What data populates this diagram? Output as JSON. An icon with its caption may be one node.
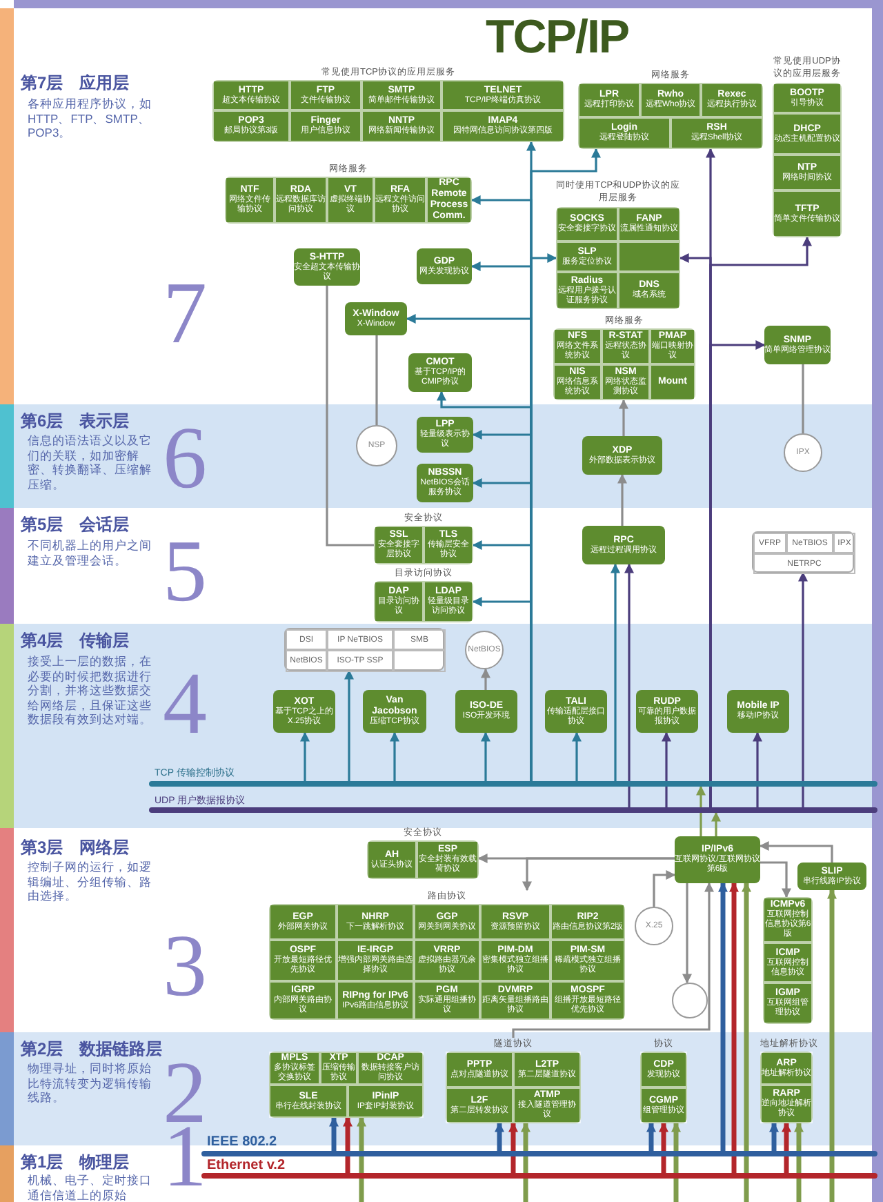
{
  "diagram": {
    "title": "TCP/IP",
    "nodes": [
      {
        "text": [
          "常见使用TCP协议的应用层服务"
        ]
      },
      {
        "text": [
          "HTTP",
          "超文本传输协议"
        ],
        "in": 0
      },
      {
        "text": [
          "FTP",
          "文件传输协议"
        ],
        "in": 0
      },
      {
        "text": [
          "SMTP",
          "简单邮件传输协议"
        ],
        "in": 0
      },
      {
        "text": [
          "TELNET",
          "TCP/IP终端仿真协议"
        ],
        "in": 0
      },
      {
        "text": [
          "POP3",
          "邮局协议第3版"
        ],
        "in": 0
      },
      {
        "text": [
          "Finger",
          "用户信息协议"
        ],
        "in": 0
      },
      {
        "text": [
          "NNTP",
          "网络新闻传输协议"
        ],
        "in": 0
      },
      {
        "text": [
          "IMAP4",
          "因特网信息访问协议第四版"
        ],
        "in": 0
      },
      {
        "text": [
          "网络服务"
        ]
      },
      {
        "text": [
          "LPR",
          "远程打印协议"
        ],
        "in": 9
      },
      {
        "text": [
          "Rwho",
          "远程Who协议"
        ],
        "in": 9
      },
      {
        "text": [
          "Rexec",
          "远程执行协议"
        ],
        "in": 9
      },
      {
        "text": [
          "Login",
          "远程登陆协议"
        ],
        "in": 9
      },
      {
        "text": [
          "RSH",
          "远程Shell协议"
        ],
        "in": 9
      },
      {
        "text": [
          "常见使用UDP协议的应用层服务"
        ]
      },
      {
        "text": [
          "BOOTP",
          "引导协议"
        ],
        "in": 15
      },
      {
        "text": [
          "DHCP",
          "动态主机配置协议"
        ],
        "in": 15
      },
      {
        "text": [
          "NTP",
          "网络时间协议"
        ],
        "in": 15
      },
      {
        "text": [
          "TFTP",
          "简单文件传输协议"
        ],
        "in": 15
      },
      {
        "text": [
          "网络服务"
        ]
      },
      {
        "text": [
          "NTF",
          "网络文件传输协议"
        ],
        "in": 20
      },
      {
        "text": [
          "RDA",
          "远程数据库访问协议"
        ],
        "in": 20
      },
      {
        "text": [
          "VT",
          "虚拟终端协议"
        ],
        "in": 20
      },
      {
        "text": [
          "RFA",
          "远程文件访问协议"
        ],
        "in": 20
      },
      {
        "text": [
          "RPC Remote Process Comm."
        ],
        "in": 20
      },
      {
        "text": [
          "同时使用TCP和UDP协议的应用层服务"
        ]
      },
      {
        "text": [
          "SOCKS",
          "安全套接字协议"
        ],
        "in": 26
      },
      {
        "text": [
          "FANP",
          "流属性通知协议"
        ],
        "in": 26
      },
      {
        "text": [
          "SLP",
          "服务定位协议"
        ],
        "in": 26
      },
      {
        "text": [],
        "shape": "box",
        "in": 26
      },
      {
        "text": [
          "Radius",
          "远程用户拨号认证服务协议"
        ],
        "in": 26
      },
      {
        "text": [
          "DNS",
          "域名系统"
        ],
        "in": 26
      },
      {
        "text": [
          "S-HTTP",
          "安全超文本传输协议"
        ]
      },
      {
        "text": [
          "GDP",
          "网关发现协议"
        ]
      },
      {
        "text": [
          "X-Window",
          "X-Window"
        ]
      },
      {
        "text": [
          "CMOT",
          "基于TCP/IP的CMIP协议"
        ]
      },
      {
        "text": [
          "网络服务"
        ]
      },
      {
        "text": [
          "NFS",
          "网络文件系统协议"
        ],
        "in": 37
      },
      {
        "text": [
          "R-STAT",
          "远程状态协议"
        ],
        "in": 37
      },
      {
        "text": [
          "PMAP",
          "端口映射协议"
        ],
        "in": 37
      },
      {
        "text": [
          "NIS",
          "网络信息系统协议"
        ],
        "in": 37
      },
      {
        "text": [
          "NSM",
          "网络状态监测协议"
        ],
        "in": 37
      },
      {
        "text": [
          "Mount"
        ],
        "in": 37
      },
      {
        "text": [
          "SNMP",
          "简单网络管理协议"
        ]
      },
      {
        "text": [
          "NSP"
        ]
      },
      {
        "text": [
          "LPP",
          "轻量级表示协议"
        ]
      },
      {
        "text": [
          "NBSSN",
          "NetBIOS会话服务协议"
        ]
      },
      {
        "text": [
          "XDP",
          "外部数据表示协议"
        ]
      },
      {
        "text": [
          "IPX"
        ]
      },
      {
        "text": [
          "安全协议"
        ]
      },
      {
        "text": [
          "SSL",
          "安全套接字层协议"
        ],
        "in": 50
      },
      {
        "text": [
          "TLS",
          "传输层安全协议"
        ],
        "in": 50
      },
      {
        "text": [
          "目录访问协议"
        ]
      },
      {
        "text": [
          "DAP",
          "目录访问协议"
        ],
        "in": 53
      },
      {
        "text": [
          "LDAP",
          "轻量级目录访问协议"
        ],
        "in": 53
      },
      {
        "text": [
          "RPC",
          "远程过程调用协议"
        ]
      },
      {
        "text": [],
        "shape": "box"
      },
      {
        "text": [
          "VFRP"
        ],
        "in": 57
      },
      {
        "text": [
          "NeTBIOS"
        ],
        "in": 57
      },
      {
        "text": [
          "IPX"
        ],
        "in": 57
      },
      {
        "text": [
          "NETRPC"
        ],
        "in": 57
      },
      {
        "text": [],
        "shape": "box"
      },
      {
        "text": [
          "DSI"
        ],
        "in": 62
      },
      {
        "text": [
          "IP NeTBIOS"
        ],
        "in": 62
      },
      {
        "text": [
          "SMB"
        ],
        "in": 62
      },
      {
        "text": [
          "NetBIOS"
        ],
        "in": 62
      },
      {
        "text": [
          "ISO-TP SSP"
        ],
        "in": 62
      },
      {
        "text": [],
        "shape": "box",
        "in": 62
      },
      {
        "text": [
          "NetBIOS"
        ]
      },
      {
        "text": [
          "XOT",
          "基于TCP之上的X.25协议"
        ]
      },
      {
        "text": [
          "Van Jacobson",
          "压缩TCP协议"
        ]
      },
      {
        "text": [
          "ISO-DE",
          "ISO开发环境"
        ]
      },
      {
        "text": [
          "TALI",
          "传输适配层接口协议"
        ]
      },
      {
        "text": [
          "RUDP",
          "可靠的用户数据报协议"
        ]
      },
      {
        "text": [
          "Mobile IP",
          "移动IP协议"
        ]
      },
      {
        "text": [
          "TCP 传输控制协议"
        ]
      },
      {
        "text": [
          "UDP 用户数据报协议"
        ]
      },
      {
        "text": [
          "安全协议"
        ]
      },
      {
        "text": [
          "AH",
          "认证头协议"
        ],
        "in": 78
      },
      {
        "text": [
          "ESP",
          "安全封装有效载荷协议"
        ],
        "in": 78
      },
      {
        "text": [
          "IP/IPv6",
          "互联网协议/互联网协议第6版"
        ]
      },
      {
        "text": [
          "SLIP",
          "串行线路IP协议"
        ]
      },
      {
        "text": [
          "路由协议"
        ]
      },
      {
        "text": [
          "EGP",
          "外部网关协议"
        ],
        "in": 83
      },
      {
        "text": [
          "NHRP",
          "下一跳解析协议"
        ],
        "in": 83
      },
      {
        "text": [
          "GGP",
          "网关到网关协议"
        ],
        "in": 83
      },
      {
        "text": [
          "RSVP",
          "资源预留协议"
        ],
        "in": 83
      },
      {
        "text": [
          "RIP2",
          "路由信息协议第2版"
        ],
        "in": 83
      },
      {
        "text": [
          "OSPF",
          "开放最短路径优先协议"
        ],
        "in": 83
      },
      {
        "text": [
          "IE-IRGP",
          "增强内部网关路由选择协议"
        ],
        "in": 83
      },
      {
        "text": [
          "VRRP",
          "虚拟路由器冗余协议"
        ],
        "in": 83
      },
      {
        "text": [
          "PIM-DM",
          "密集模式独立组播协议"
        ],
        "in": 83
      },
      {
        "text": [
          "PIM-SM",
          "稀疏模式独立组播协议"
        ],
        "in": 83
      },
      {
        "text": [
          "IGRP",
          "内部网关路由协议"
        ],
        "in": 83
      },
      {
        "text": [
          "RIPng for IPv6",
          "IPv6路由信息协议"
        ],
        "in": 83
      },
      {
        "text": [
          "PGM",
          "实际通用组播协议"
        ],
        "in": 83
      },
      {
        "text": [
          "DVMRP",
          "距离矢量组播路由协议"
        ],
        "in": 83
      },
      {
        "text": [
          "MOSPF",
          "组播开放最短路径优先协议"
        ],
        "in": 83
      },
      {
        "text": [
          "X.25"
        ]
      },
      {
        "text": [],
        "shape": "box"
      },
      {
        "text": [
          "ICMPv6",
          "互联网控制信息协议第6版"
        ],
        "in": 100
      },
      {
        "text": [
          "ICMP",
          "互联网控制信息协议"
        ],
        "in": 100
      },
      {
        "text": [
          "IGMP",
          "互联网组管理协议"
        ],
        "in": 100
      },
      {
        "text": [],
        "shape": "circle"
      },
      {
        "text": [],
        "shape": "box"
      },
      {
        "text": [
          "MPLS",
          "多协议标签交换协议"
        ],
        "in": 105
      },
      {
        "text": [
          "XTP",
          "压缩传输协议"
        ],
        "in": 105
      },
      {
        "text": [
          "DCAP",
          "数据转接客户访问协议"
        ],
        "in": 105
      },
      {
        "text": [
          "SLE",
          "串行在线封装协议"
        ],
        "in": 105
      },
      {
        "text": [
          "IPinIP",
          "IP套IP封装协议"
        ],
        "in": 105
      },
      {
        "text": [
          "隧道协议"
        ]
      },
      {
        "text": [
          "PPTP",
          "点对点隧道协议"
        ],
        "in": 111
      },
      {
        "text": [
          "L2TP",
          "第二层隧道协议"
        ],
        "in": 111
      },
      {
        "text": [
          "L2F",
          "第二层转发协议"
        ],
        "in": 111
      },
      {
        "text": [
          "ATMP",
          "接入隧道管理协议"
        ],
        "in": 111
      },
      {
        "text": [
          "协议"
        ]
      },
      {
        "text": [
          "CDP",
          "发现协议"
        ],
        "in": 116
      },
      {
        "text": [
          "CGMP",
          "组管理协议"
        ],
        "in": 116
      },
      {
        "text": [
          "地址解析协议"
        ]
      },
      {
        "text": [
          "ARP",
          "地址解析协议"
        ],
        "in": 119
      },
      {
        "text": [
          "RARP",
          "逆向地址解析协议"
        ],
        "in": 119
      },
      {
        "text": [
          "IEEE 802.2"
        ]
      },
      {
        "text": [
          "Ethernet v.2"
        ]
      }
    ],
    "edges": [
      {
        "from": 76,
        "to": 0,
        "arrow": "to"
      },
      {
        "from": 76,
        "to": 9,
        "arrow": "to"
      },
      {
        "from": 76,
        "to": 20,
        "arrow": "to"
      },
      {
        "from": 76,
        "to": 34,
        "arrow": "to"
      },
      {
        "from": 76,
        "to": 26,
        "arrow": "to"
      },
      {
        "from": 76,
        "to": 35,
        "arrow": "to"
      },
      {
        "from": 76,
        "to": 36,
        "arrow": "to"
      },
      {
        "from": 76,
        "to": 46,
        "arrow": "to"
      },
      {
        "from": 76,
        "to": 47,
        "arrow": "to"
      },
      {
        "from": 76,
        "to": 50,
        "arrow": "to"
      },
      {
        "from": 76,
        "to": 53,
        "arrow": "to"
      },
      {
        "from": 76,
        "to": 62,
        "arrow": "to"
      },
      {
        "from": 76,
        "to": 70,
        "arrow": "to"
      },
      {
        "from": 76,
        "to": 71,
        "arrow": "to"
      },
      {
        "from": 76,
        "to": 72,
        "arrow": "to"
      },
      {
        "from": 76,
        "to": 73,
        "arrow": "to"
      },
      {
        "from": 76,
        "to": 56,
        "arrow": "to"
      },
      {
        "from": 72,
        "to": 69,
        "arrow": "to",
        "color": "#8c8c8c"
      },
      {
        "from": 56,
        "to": 48,
        "arrow": "to",
        "color": "#8c8c8c"
      },
      {
        "from": 48,
        "to": 37,
        "arrow": "to",
        "color": "#8c8c8c"
      },
      {
        "from": 33,
        "to": 51,
        "arrow": "none",
        "color": "#8c8c8c"
      },
      {
        "from": 35,
        "to": 45,
        "arrow": "none",
        "color": "#8c8c8c"
      },
      {
        "from": 44,
        "to": 49,
        "arrow": "none",
        "color": "#8c8c8c"
      },
      {
        "from": 77,
        "to": 56,
        "arrow": "to",
        "color": "#4b3d7c"
      },
      {
        "from": 77,
        "to": 74,
        "arrow": "to",
        "color": "#4b3d7c"
      },
      {
        "from": 77,
        "to": 75,
        "arrow": "to",
        "color": "#4b3d7c"
      },
      {
        "from": 77,
        "to": 57,
        "arrow": "to",
        "color": "#4b3d7c"
      },
      {
        "from": 77,
        "to": 9,
        "arrow": "to",
        "color": "#4b3d7c"
      },
      {
        "from": 77,
        "to": 26,
        "arrow": "to",
        "color": "#4b3d7c"
      },
      {
        "from": 77,
        "to": 44,
        "arrow": "to",
        "color": "#4b3d7c"
      },
      {
        "from": 77,
        "to": 15,
        "arrow": "to",
        "color": "#4b3d7c"
      },
      {
        "from": 81,
        "to": 76,
        "arrow": "to",
        "color": "#7f9c4c"
      },
      {
        "from": 81,
        "to": 77,
        "arrow": "to",
        "color": "#7f9c4c"
      },
      {
        "from": 81,
        "to": 78,
        "arrow": "to",
        "color": "#8c8c8c"
      },
      {
        "from": 81,
        "to": 83,
        "arrow": "to",
        "color": "#8c8c8c"
      },
      {
        "from": 81,
        "to": 100,
        "arrow": "to",
        "color": "#8c8c8c"
      },
      {
        "from": 82,
        "to": 81,
        "arrow": "to",
        "color": "#8c8c8c"
      },
      {
        "from": 99,
        "to": 81,
        "arrow": "to",
        "color": "#8c8c8c"
      },
      {
        "from": 81,
        "to": 104,
        "arrow": "to",
        "color": "#8c8c8c"
      },
      {
        "from": 111,
        "to": 81,
        "arrow": "to",
        "color": "#8c8c8c"
      },
      {
        "from": 122,
        "to": 105,
        "arrow": "to",
        "style": "thick",
        "color": "#2f5f9e"
      },
      {
        "from": 123,
        "to": 105,
        "arrow": "to",
        "style": "thick",
        "color": "#b3262b"
      },
      {
        "from": null,
        "to": 105,
        "arrow": "to",
        "style": "thick",
        "color": "#7f9c4c"
      },
      {
        "from": 122,
        "to": 111,
        "arrow": "to",
        "style": "thick",
        "color": "#2f5f9e"
      },
      {
        "from": 123,
        "to": 111,
        "arrow": "to",
        "style": "thick",
        "color": "#b3262b"
      },
      {
        "from": null,
        "to": 111,
        "arrow": "to",
        "style": "thick",
        "color": "#7f9c4c"
      },
      {
        "from": 122,
        "to": 116,
        "arrow": "to",
        "style": "thick",
        "color": "#2f5f9e"
      },
      {
        "from": 123,
        "to": 116,
        "arrow": "to",
        "style": "thick",
        "color": "#b3262b"
      },
      {
        "from": null,
        "to": 116,
        "arrow": "to",
        "style": "thick",
        "color": "#7f9c4c"
      },
      {
        "from": 122,
        "to": 119,
        "arrow": "to",
        "style": "thick",
        "color": "#2f5f9e"
      },
      {
        "from": 123,
        "to": 119,
        "arrow": "to",
        "style": "thick",
        "color": "#b3262b"
      },
      {
        "from": null,
        "to": 119,
        "arrow": "to",
        "style": "thick",
        "color": "#7f9c4c"
      },
      {
        "from": 122,
        "to": 81,
        "arrow": "to",
        "style": "thick",
        "color": "#2f5f9e"
      },
      {
        "from": 123,
        "to": 81,
        "arrow": "to",
        "style": "thick",
        "color": "#b3262b"
      },
      {
        "from": null,
        "to": 81,
        "arrow": "to",
        "style": "thick",
        "color": "#7f9c4c"
      },
      {
        "from": null,
        "to": 82,
        "arrow": "to",
        "style": "thick",
        "color": "#7f9c4c"
      }
    ],
    "labels": [
      "第7层　应用层",
      "各种应用程序协议，如HTTP、FTP、SMTP、POP3。",
      "7",
      "第6层　表示层",
      "信息的语法语义以及它们的关联，如加密解密、转换翻译、压缩解压缩。",
      "6",
      "第5层　会话层",
      "不同机器上的用户之间建立及管理会话。",
      "5",
      "第4层　传输层",
      "接受上一层的数据，在必要的时候把数据进行分割，并将这些数据交给网络层，且保证这些数据段有效到达对端。",
      "4",
      "第3层　网络层",
      "控制子网的运行，如逻辑编址、分组传输、路由选择。",
      "3",
      "第2层　数据链路层",
      "物理寻址，同时将原始比特流转变为逻辑传输线路。",
      "2",
      "第1层　物理层",
      "机械、电子、定时接口通信信道上的原始",
      "1"
    ]
  }
}
